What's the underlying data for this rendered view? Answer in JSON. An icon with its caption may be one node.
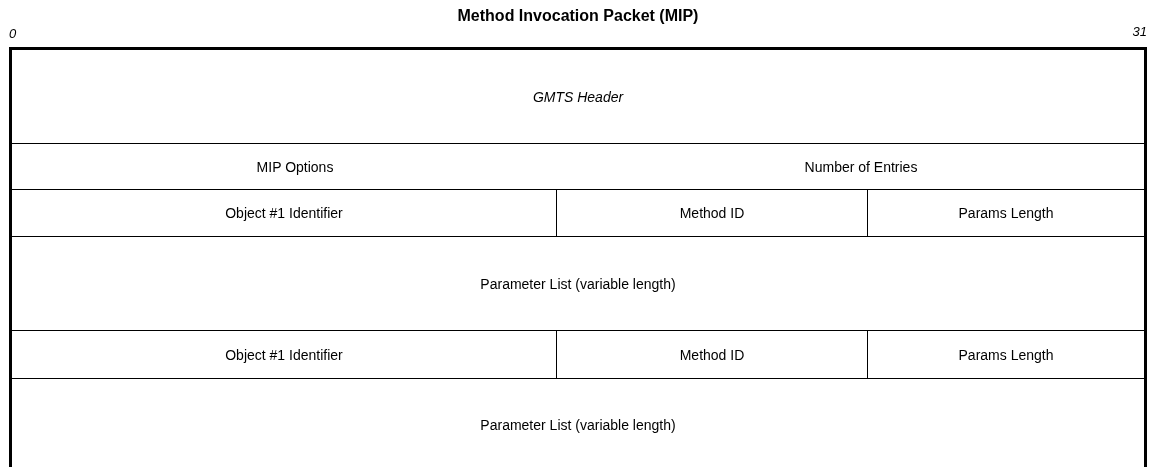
{
  "diagram": {
    "title": "Method Invocation Packet (MIP)",
    "nodes": [
      {
        "text": [
          "GMTS Header"
        ]
      },
      {
        "text": [
          "MIP Options"
        ]
      },
      {
        "text": [
          "Number of Entries"
        ]
      },
      {
        "text": [
          "Object #1 Identifier"
        ]
      },
      {
        "text": [
          "Method ID"
        ]
      },
      {
        "text": [
          "Params Length"
        ]
      },
      {
        "text": [
          "Parameter List (variable length)"
        ]
      },
      {
        "text": [
          "Object #1 Identifier"
        ]
      },
      {
        "text": [
          "Method ID"
        ]
      },
      {
        "text": [
          "Params Length"
        ]
      },
      {
        "text": [
          "Parameter List (variable length)"
        ]
      }
    ],
    "labels": [
      "0",
      "31"
    ]
  }
}
